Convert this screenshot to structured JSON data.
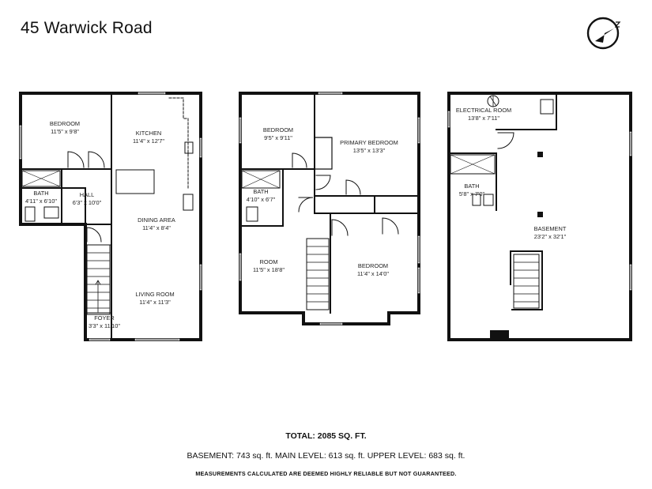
{
  "title": "45 Warwick Road",
  "compass_icon": "north-arrow-icon",
  "rooms": {
    "main_bedroom": {
      "name": "BEDROOM",
      "dims": "11'5\" x 9'8\""
    },
    "kitchen": {
      "name": "KITCHEN",
      "dims": "11'4\" x 12'7\""
    },
    "main_bath": {
      "name": "BATH",
      "dims": "4'11\" x 6'10\""
    },
    "hall": {
      "name": "HALL",
      "dims": "6'3\" x 10'0\""
    },
    "dining": {
      "name": "DINING AREA",
      "dims": "11'4\" x 8'4\""
    },
    "living": {
      "name": "LIVING ROOM",
      "dims": "11'4\" x 11'3\""
    },
    "foyer": {
      "name": "FOYER",
      "dims": "3'3\" x 11'10\""
    },
    "upper_bedroom": {
      "name": "BEDROOM",
      "dims": "9'5\" x 9'11\""
    },
    "primary_bedroom": {
      "name": "PRIMARY BEDROOM",
      "dims": "13'5\" x 13'3\""
    },
    "upper_bath": {
      "name": "BATH",
      "dims": "4'10\" x 6'7\""
    },
    "room": {
      "name": "ROOM",
      "dims": "11'5\" x 18'8\""
    },
    "upper_bedroom2": {
      "name": "BEDROOM",
      "dims": "11'4\" x 14'0\""
    },
    "electrical": {
      "name": "ELECTRICAL ROOM",
      "dims": "13'8\" x 7'11\""
    },
    "basement_bath": {
      "name": "BATH",
      "dims": "5'8\" x 7'0\""
    },
    "basement": {
      "name": "BASEMENT",
      "dims": "23'2\" x 32'1\""
    }
  },
  "summary": {
    "total": "TOTAL:  2085 SQ. FT.",
    "levels": "BASEMENT: 743 sq. ft. MAIN LEVEL: 613 sq. ft. UPPER LEVEL: 683 sq. ft.",
    "disclaimer": "MEASUREMENTS CALCULATED ARE DEEMED HIGHLY RELIABLE BUT NOT GUARANTEED."
  }
}
